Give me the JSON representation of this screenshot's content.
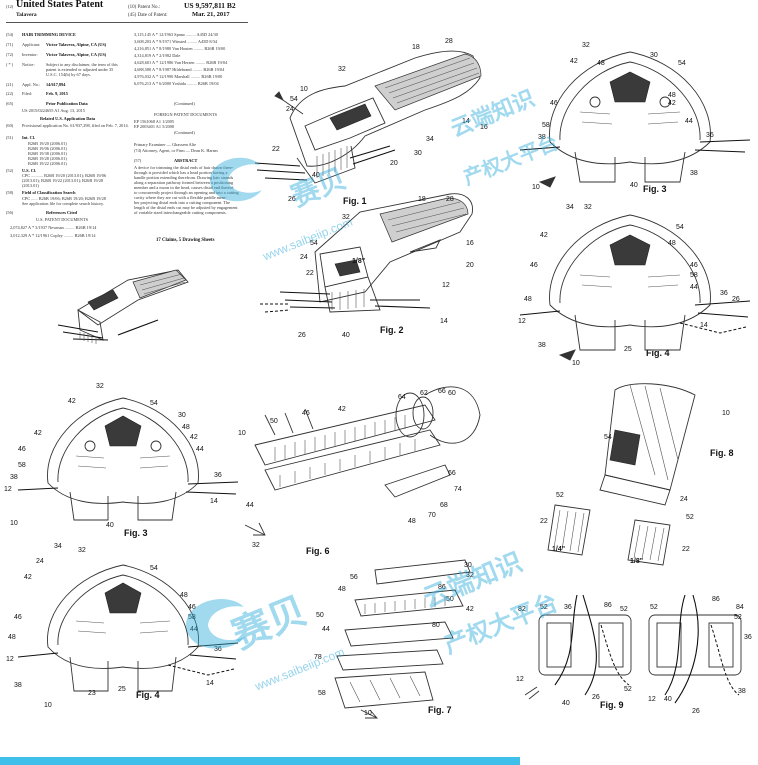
{
  "front_page": {
    "header_num_left": "(12)",
    "patent_type": "United States Patent",
    "inventor_short": "Talavera",
    "patent_no_label": "(10) Patent No.:",
    "patent_no": "US 9,597,811 B2",
    "date_label": "(45) Date of Patent:",
    "date": "Mar. 21, 2017",
    "title_code": "(54)",
    "title": "HAIR TRIMMING DEVICE",
    "applicant_code": "(71)",
    "applicant_label": "Applicant:",
    "applicant": "Victor Talavera, Alpine, CA (US)",
    "inventor_code": "(72)",
    "inventor_label": "Inventor:",
    "inventor": "Victor Talavera, Alpine, CA (US)",
    "notice_code": "( * )",
    "notice_label": "Notice:",
    "notice_lines": [
      "Subject to any disclaimer, the term of this",
      "patent is extended or adjusted under 35",
      "U.S.C. 154(b) by 67 days."
    ],
    "appl_code": "(21)",
    "appl_label": "Appl. No.:",
    "appl_no": "14/617,894",
    "filed_code": "(22)",
    "filed_label": "Filed:",
    "filed": "Feb. 9, 2015",
    "prior_pub_code": "(65)",
    "prior_pub_heading": "Prior Publication Data",
    "prior_pub": "US 2015/0224655 A1    Aug. 13, 2015",
    "related_heading": "Related U.S. Application Data",
    "provisional_code": "(60)",
    "provisional": "Provisional application No. 61/937,298, filed on Feb. 7, 2014.",
    "intcl_code": "(51)",
    "intcl_label": "Int. Cl.",
    "intcl_items": [
      "B26B 19/20    (2006.01)",
      "B26B 19/06    (2006.01)",
      "B26B 19/38    (2006.01)",
      "B26B 19/28    (2006.01)",
      "B26B 19/22    (2006.01)"
    ],
    "uscl_code": "(52)",
    "uscl_label": "U.S. Cl.",
    "cpc_lines": [
      "CPC ........... B26B 19/20 (2013.01); B26B 19/06",
      "(2013.01); B26B 19/22 (2013.01); B26B 19/28",
      "(2013.01)"
    ],
    "field_code": "(58)",
    "field_heading": "Field of Classification Search",
    "field_lines": [
      "CPC ...... B26B 19/06; B26B 19/20; B26B 19/28",
      "See application file for complete search history."
    ],
    "refs_code": "(56)",
    "refs_heading": "References Cited",
    "us_docs_heading": "U.S. PATENT DOCUMENTS",
    "left_refs": [
      "2,074,827 A  *  3/1937  Newman ......... B26B 19/14",
      "3,012,329 A  *  12/1961  Copley ......... B26B 19/14"
    ],
    "right_refs": [
      "3,115,145 A  *  12/1963  Spano ......... A45D 24/30",
      "3,608,203 A  *  9/1971  Winsted ......... A45D 8/34",
      "4,216,851 A  *  8/1980  Van Houten ......... B26B 19/00",
      "4,314,819 A  *  2/1982  Dale",
      "4,628,601 A  *  12/1986  Van Herzen ......... B26B 19/04",
      "4,688,580 A  *  8/1987  Hildebrand ......... B26B 19/04",
      "4,976,032 A  *  12/1990  Marshall ......... B26B 19/00",
      "6,076,213 A  *  6/2000  Yoshida ......... B26B 19/04"
    ],
    "continued": "(Continued)",
    "foreign_heading": "FOREIGN PATENT DOCUMENTS",
    "foreign_refs": [
      "EP    1561068 A1    1/2005",
      "EP    2003401 A1    5/2008"
    ],
    "examiner": "Primary Examiner — Ghassem Alie",
    "attorney": "(74) Attorney, Agent, or Firm — Dean K. Harms",
    "abstract_code": "(57)",
    "abstract_heading": "ABSTRACT",
    "abstract_lines": [
      "A device for trimming the distal ends of hair drawn there-",
      "through is provided which has a head portion having a",
      "handle portion extending therefrom. Drawing hair strands",
      "along a separation pathway formed between a positioning",
      "member and a moon in the head, causes distal end thereof",
      "to concurrently project through an opening and into a cutting",
      "cavity where they are cut with a flexible paddle mem-",
      "ber projecting distal ends into a cutting component. The",
      "length of the distal ends cut may be adjusted by engagement",
      "of variable sized interchangeable cutting components."
    ],
    "claims": "17 Claims, 5 Drawing Sheets"
  },
  "figures": {
    "fig1": "Fig. 1",
    "fig2": "Fig. 2",
    "fig3a": "Fig. 3",
    "fig3b": "Fig. 3",
    "fig4a": "Fig. 4",
    "fig4b": "Fig. 4",
    "fig6": "Fig. 6",
    "fig7": "Fig. 7",
    "fig8": "Fig. 8",
    "fig9": "Fig. 9"
  },
  "size_labels": {
    "fig2": "1/8\"",
    "fig8_a": "1/4\"",
    "fig8_b": "1/8\""
  },
  "watermark": {
    "cn_top": "云端知识",
    "cn_top2": "产权大平台",
    "brand": "赛贝",
    "url": "www.saibeiip.com",
    "cn_mid": "云端知识",
    "cn_mid2": "产权大平台",
    "brand2": "赛贝",
    "url2": "www.saibeiip.com"
  },
  "colors": {
    "watermark": "#2eaadc",
    "bottom_bar": "#3ec0ea",
    "ink": "#333333"
  }
}
